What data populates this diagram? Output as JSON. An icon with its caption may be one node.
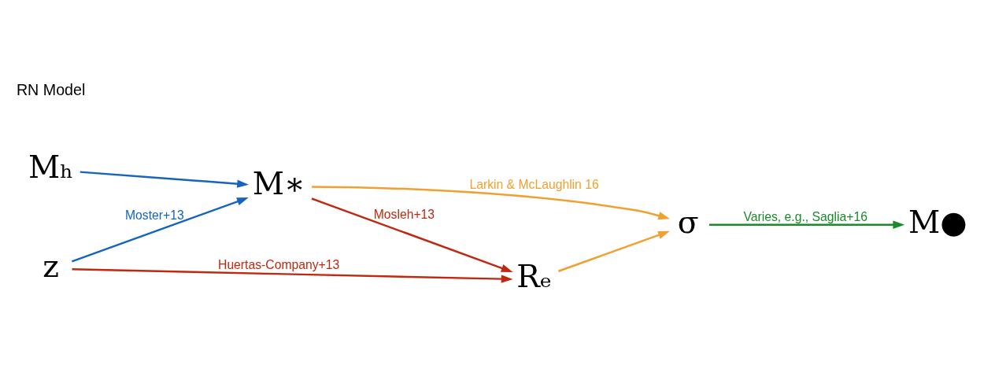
{
  "diagram": {
    "nodes": [
      {
        "text": [
          "Mₕ"
        ]
      },
      {
        "text": [
          "M∗"
        ]
      },
      {
        "text": [
          "σ"
        ]
      },
      {
        "text": [
          "M●"
        ]
      },
      {
        "text": [
          "z"
        ]
      },
      {
        "text": [
          "Rₑ"
        ]
      }
    ],
    "edges": [
      {
        "from": 0,
        "to": 1,
        "arrow": "to",
        "color": "#1565c0"
      },
      {
        "from": 4,
        "to": 1,
        "arrow": "to",
        "label": "Moster+13",
        "color": "#1565c0"
      },
      {
        "from": 1,
        "to": 5,
        "arrow": "to",
        "label": "Mosleh+13",
        "color": "#c0280f"
      },
      {
        "from": 4,
        "to": 5,
        "arrow": "to",
        "label": "Huertas-Company+13",
        "color": "#c0280f"
      },
      {
        "from": 1,
        "to": 2,
        "arrow": "to",
        "label": "Larkin & McLaughlin 16",
        "color": "#f0a030"
      },
      {
        "from": 5,
        "to": 2,
        "arrow": "to",
        "color": "#f0a030"
      },
      {
        "from": 2,
        "to": 3,
        "arrow": "to",
        "label": "Varies, e.g., Saglia+16",
        "color": "#1a8a2a"
      }
    ],
    "labels": [
      "RN Model"
    ]
  }
}
